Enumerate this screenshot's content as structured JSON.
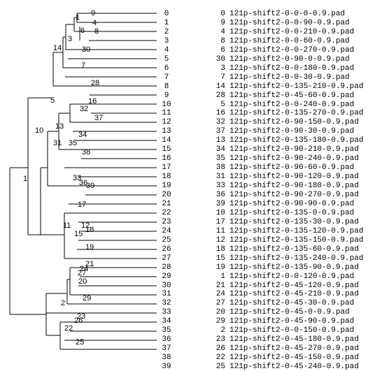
{
  "rows": [
    {
      "index": "0",
      "leaf": "0",
      "name": "121p-shift2-0-0-0-0.9.pad"
    },
    {
      "index": "1",
      "leaf": "9",
      "name": "121p-shift2-0-0-90-0.9.pad"
    },
    {
      "index": "2",
      "leaf": "4",
      "name": "121p-shift2-0-0-210-0.9.pad"
    },
    {
      "index": "3",
      "leaf": "8",
      "name": "121p-shift2-0-0-60-0.9.pad"
    },
    {
      "index": "4",
      "leaf": "6",
      "name": "121p-shift2-0-0-270-0.9.pad"
    },
    {
      "index": "5",
      "leaf": "30",
      "name": "121p-shift2-0-90-0-0.9.pad"
    },
    {
      "index": "6",
      "leaf": "3",
      "name": "121p-shift2-0-0-180-0.9.pad"
    },
    {
      "index": "7",
      "leaf": "7",
      "name": "121p-shift2-0-0-30-0.9.pad"
    },
    {
      "index": "8",
      "leaf": "14",
      "name": "121p-shift2-0-135-210-0.9.pad"
    },
    {
      "index": "9",
      "leaf": "28",
      "name": "121p-shift2-0-45-60-0.9.pad"
    },
    {
      "index": "10",
      "leaf": "5",
      "name": "121p-shift2-0-0-240-0.9.pad"
    },
    {
      "index": "11",
      "leaf": "16",
      "name": "121p-shift2-0-135-270-0.9.pad"
    },
    {
      "index": "12",
      "leaf": "32",
      "name": "121p-shift2-0-90-150-0.9.pad"
    },
    {
      "index": "13",
      "leaf": "37",
      "name": "121p-shift2-0-90-30-0.9.pad"
    },
    {
      "index": "14",
      "leaf": "13",
      "name": "121p-shift2-0-135-180-0.9.pad"
    },
    {
      "index": "15",
      "leaf": "34",
      "name": "121p-shift2-0-90-210-0.9.pad"
    },
    {
      "index": "16",
      "leaf": "35",
      "name": "121p-shift2-0-90-240-0.9.pad"
    },
    {
      "index": "17",
      "leaf": "38",
      "name": "121p-shift2-0-90-60-0.9.pad"
    },
    {
      "index": "18",
      "leaf": "31",
      "name": "121p-shift2-0-90-120-0.9.pad"
    },
    {
      "index": "19",
      "leaf": "33",
      "name": "121p-shift2-0-90-180-0.9.pad"
    },
    {
      "index": "20",
      "leaf": "36",
      "name": "121p-shift2-0-90-270-0.9.pad"
    },
    {
      "index": "21",
      "leaf": "39",
      "name": "121p-shift2-0-90-90-0.9.pad"
    },
    {
      "index": "22",
      "leaf": "10",
      "name": "121p-shift2-0-135-0-0.9.pad"
    },
    {
      "index": "23",
      "leaf": "17",
      "name": "121p-shift2-0-135-30-0.9.pad"
    },
    {
      "index": "24",
      "leaf": "11",
      "name": "121p-shift2-0-135-120-0.9.pad"
    },
    {
      "index": "25",
      "leaf": "12",
      "name": "121p-shift2-0-135-150-0.9.pad"
    },
    {
      "index": "26",
      "leaf": "18",
      "name": "121p-shift2-0-135-60-0.9.pad"
    },
    {
      "index": "27",
      "leaf": "15",
      "name": "121p-shift2-0-135-240-0.9.pad"
    },
    {
      "index": "28",
      "leaf": "19",
      "name": "121p-shift2-0-135-90-0.9.pad"
    },
    {
      "index": "29",
      "leaf": "1",
      "name": "121p-shift2-0-0-120-0.9.pad"
    },
    {
      "index": "30",
      "leaf": "21",
      "name": "121p-shift2-0-45-120-0.9.pad"
    },
    {
      "index": "31",
      "leaf": "24",
      "name": "121p-shift2-0-45-210-0.9.pad"
    },
    {
      "index": "32",
      "leaf": "27",
      "name": "121p-shift2-0-45-30-0.9.pad"
    },
    {
      "index": "33",
      "leaf": "20",
      "name": "121p-shift2-0-45-0-0.9.pad"
    },
    {
      "index": "34",
      "leaf": "29",
      "name": "121p-shift2-0-45-90-0.9.pad"
    },
    {
      "index": "35",
      "leaf": "2",
      "name": "121p-shift2-0-0-150-0.9.pad"
    },
    {
      "index": "36",
      "leaf": "23",
      "name": "121p-shift2-0-45-180-0.9.pad"
    },
    {
      "index": "37",
      "leaf": "26",
      "name": "121p-shift2-0-45-270-0.9.pad"
    },
    {
      "index": "38",
      "leaf": "22",
      "name": "121p-shift2-0-45-150-0.9.pad"
    },
    {
      "index": "39",
      "leaf": "25",
      "name": "121p-shift2-0-45-240-0.9.pad"
    }
  ],
  "node_labels": [
    "9",
    "4",
    "1",
    "3",
    "6",
    "8",
    "14",
    "30",
    "7",
    "28",
    "5",
    "16",
    "32",
    "37",
    "10",
    "13",
    "31",
    "34",
    "35",
    "38",
    "33",
    "36",
    "39",
    "17",
    "11",
    "12",
    "18",
    "15",
    "19",
    "21",
    "24",
    "27",
    "20",
    "2",
    "29",
    "23",
    "26",
    "22",
    "25"
  ]
}
